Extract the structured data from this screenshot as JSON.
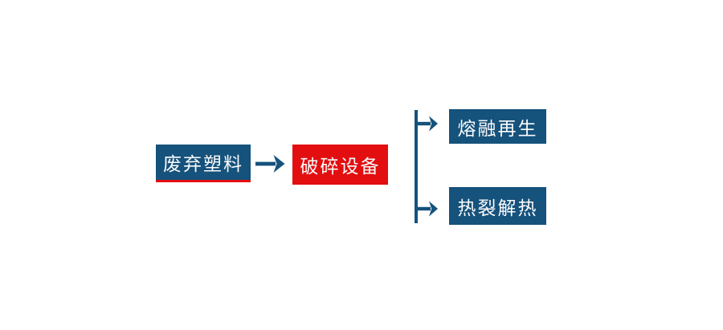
{
  "diagram": {
    "type": "flowchart",
    "nodes": {
      "waste_plastic": {
        "label": "废弃塑料",
        "shape": "rect-blue-red-underline"
      },
      "crushing_equipment": {
        "label": "破碎设备",
        "shape": "rect-red"
      },
      "melt_regeneration": {
        "label": "熔融再生",
        "shape": "rect-blue"
      },
      "thermal_cracking": {
        "label": "热裂解热",
        "shape": "rect-blue"
      }
    },
    "edges": [
      {
        "from": "waste_plastic",
        "to": "crushing_equipment",
        "style": "straight-arrow"
      },
      {
        "from": "crushing_equipment",
        "to": "melt_regeneration",
        "style": "bracket-branch-arrow"
      },
      {
        "from": "crushing_equipment",
        "to": "thermal_cracking",
        "style": "bracket-branch-arrow"
      }
    ],
    "colors": {
      "node_blue": "#15527c",
      "node_red": "#e20e10",
      "underline_red": "#e20e10",
      "connector_blue": "#15527c",
      "text": "#fbfbfb",
      "background": "#ffffff"
    }
  }
}
